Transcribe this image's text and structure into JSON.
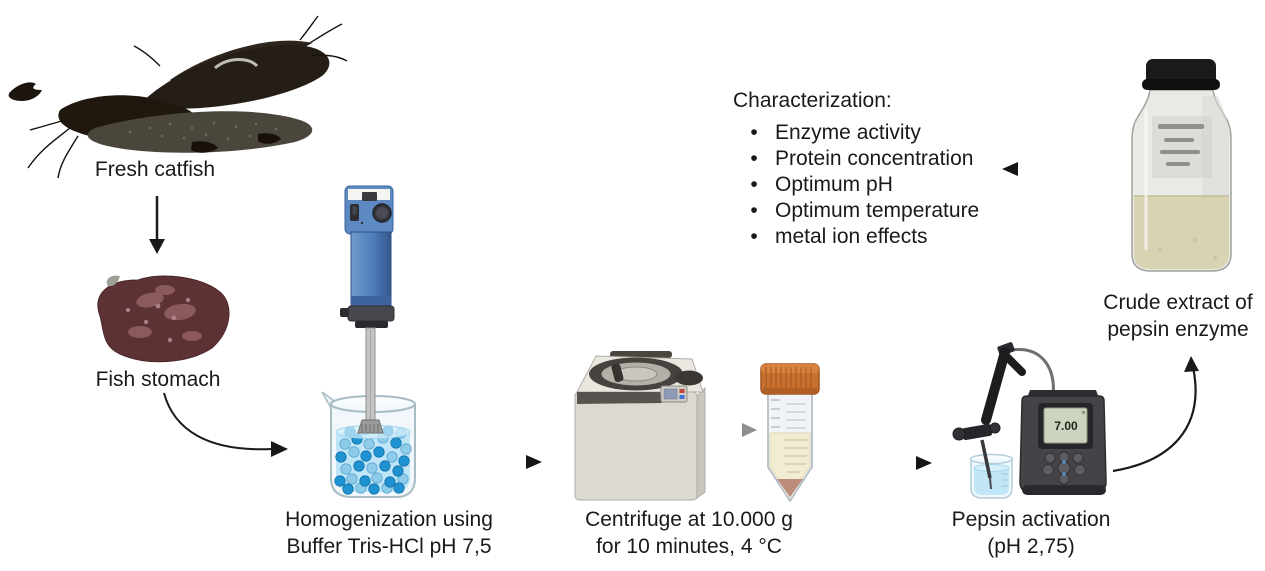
{
  "figure": {
    "type": "process-flow-diagram",
    "background": "#ffffff"
  },
  "labels": {
    "fresh_catfish": "Fresh catfish",
    "fish_stomach": "Fish stomach",
    "homogenization": {
      "line1": "Homogenization using",
      "line2": "Buffer Tris-HCl pH 7,5"
    },
    "centrifuge": {
      "line1": "Centrifuge at 10.000 g",
      "line2": "for 10 minutes, 4 °C"
    },
    "pepsin_activation": {
      "line1": "Pepsin activation",
      "line2": "(pH 2,75)"
    },
    "crude_extract": {
      "line1": "Crude extract of",
      "line2": "pepsin enzyme"
    }
  },
  "characterization": {
    "title": "Characterization:",
    "items": [
      "Enzyme activity",
      "Protein concentration",
      "Optimum pH",
      "Optimum temperature",
      "metal ion effects"
    ]
  },
  "ph_meter": {
    "display_value": "7.00"
  },
  "colors": {
    "text": "#1a1a1a",
    "arrow": "#151515",
    "gray_arrow": "#8e8e8e",
    "homogenizer_blue": "#4d7dbb",
    "beaker_liquid_blue": "#bfe6f8",
    "ball_dark_blue": "#1f93d1",
    "ball_light_blue": "#8ecbe9",
    "centrifuge_body": "#dcd9d1",
    "tube_cap_orange": "#c8702f",
    "tube_liquid_yellow": "#f2ecd2",
    "tube_pellet": "#bb8c7a",
    "ph_meter_body": "#434348",
    "lcd_green": "#ccd4bf",
    "bottle_liquid": "#d8d3b3"
  }
}
